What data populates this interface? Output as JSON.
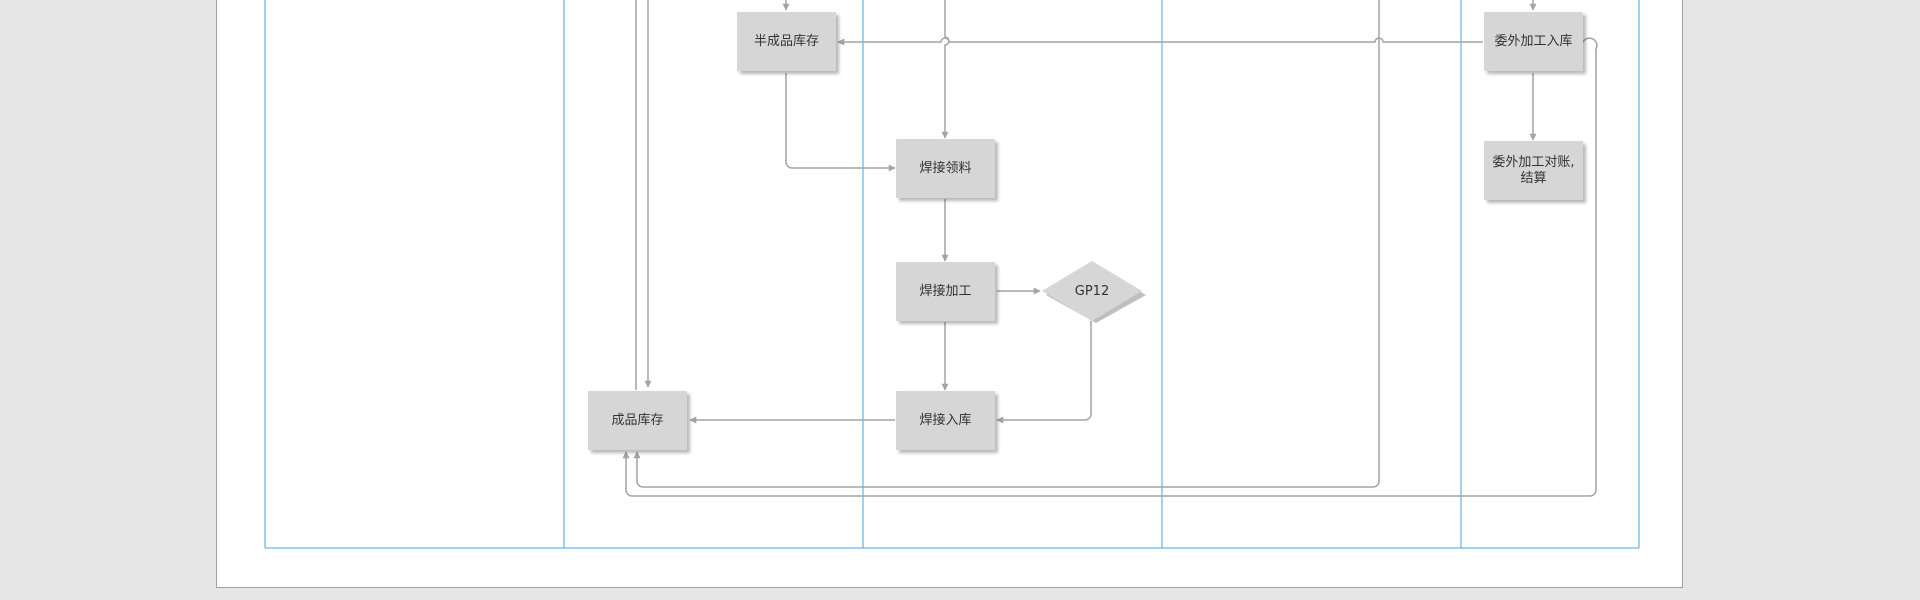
{
  "diagram": {
    "nodes": {
      "semi_finished_stock": "半成品库存",
      "outsource_inbound": "委外加工入库",
      "weld_material_pick": "焊接领料",
      "outsource_settlement": "委外加工对账,结算",
      "weld_processing": "焊接加工",
      "gp12": "GP12",
      "finished_stock": "成品库存",
      "weld_inbound": "焊接入库"
    },
    "colors": {
      "lane_line": "#3fa4e0",
      "connector": "#a3a3a3",
      "node_fill": "#d6d6d6",
      "page_background": "#e6e6e6"
    }
  }
}
